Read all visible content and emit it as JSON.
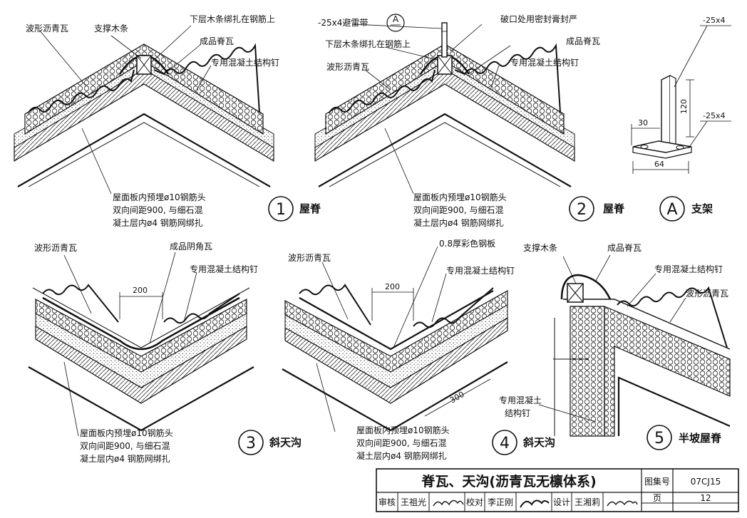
{
  "details": {
    "d1": {
      "number": "1",
      "caption": "屋脊",
      "labels": {
        "shingle": "波形沥青瓦",
        "support_batten": "支撑木条",
        "lower_batten": "下层木条绑扎在钢筋上",
        "ridge_tile": "成品脊瓦",
        "nail": "专用混凝土结构钉"
      },
      "note": [
        "屋面板内预埋ø10钢筋头",
        "双向间距900, 与细石混",
        "凝土层内ø4 钢筋网绑扎"
      ]
    },
    "d2": {
      "number": "2",
      "caption": "屋脊",
      "labels": {
        "lightning": "-25x4避雷带",
        "ref": "A",
        "seal": "破口处用密封膏封严",
        "lower_batten": "下层木条绑扎在钢筋上",
        "ridge_tile": "成品脊瓦",
        "shingle": "波形沥青瓦",
        "nail": "专用混凝土结构钉"
      },
      "note": [
        "屋面板内预埋ø10钢筋头",
        "双向间距900, 与细石混",
        "凝土层内ø4 钢筋网绑扎"
      ]
    },
    "dA": {
      "number": "A",
      "caption": "支架",
      "labels": {
        "top": "-25x4",
        "side": "-25x4"
      },
      "dims": {
        "width": "30",
        "height": "120",
        "base": "64"
      }
    },
    "d3": {
      "number": "3",
      "caption": "斜天沟",
      "labels": {
        "shingle": "波形沥青瓦",
        "valley_tile": "成品阴角瓦",
        "nail": "专用混凝土结构钉"
      },
      "dims": {
        "overlap": "200"
      },
      "note": [
        "屋面板内预埋ø10钢筋头",
        "双向间距900, 与细石混",
        "凝土层内ø4 钢筋网绑扎"
      ]
    },
    "d4": {
      "number": "4",
      "caption": "斜天沟",
      "labels": {
        "shingle": "波形沥青瓦",
        "steel_sheet": "0.8厚彩色钢板",
        "nail": "专用混凝土结构钉"
      },
      "dims": {
        "overlap": "200",
        "length": "300"
      },
      "note": [
        "屋面板内预埋ø10钢筋头",
        "双向间距900, 与细石混",
        "凝土层内ø4 钢筋网绑扎"
      ]
    },
    "d5": {
      "number": "5",
      "caption": "半坡屋脊",
      "labels": {
        "support_batten": "支撑木条",
        "ridge_tile": "成品脊瓦",
        "nail_top": "专用混凝土结构钉",
        "shingle": "波形沥青瓦",
        "nail_bottom": [
          "专用混凝土",
          "结构钉"
        ]
      }
    }
  },
  "title_block": {
    "title": "脊瓦、天沟(沥青瓦无檩体系)",
    "atlas_label": "图集号",
    "atlas_no": "07CJ15",
    "page_label": "页",
    "page_no": "12",
    "review_label": "审核",
    "reviewer": "王祖光",
    "check_label": "校对",
    "checker": "李正刚",
    "design_label": "设计",
    "designer": "王湘莉"
  }
}
